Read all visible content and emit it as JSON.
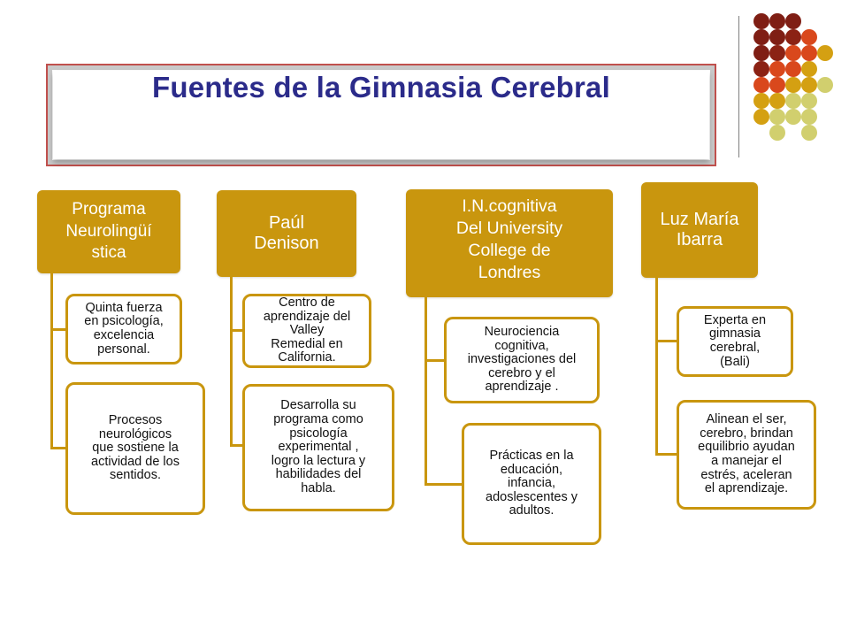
{
  "title": "Fuentes  de la Gimnasia Cerebral",
  "colors": {
    "header_fill": "#c9960e",
    "title_text": "#2b2b8a",
    "title_border": "#c0504d",
    "dot_dark_red": "#7f1e14",
    "dot_orange": "#d9481c",
    "dot_gold": "#d4a012",
    "dot_khaki": "#d1cf6e"
  },
  "columns": [
    {
      "header": "Programa\nNeurolingüí\nstica",
      "children": [
        "Quinta fuerza\nen psicología,\nexcelencia\npersonal.",
        "Procesos\nneurológicos\nque sostiene la\nactividad de los\nsentidos."
      ]
    },
    {
      "header": "Paúl\nDenison",
      "children": [
        "Centro de\naprendizaje  del\nValley\nRemedial en\nCalifornia.",
        "Desarrolla su\nprograma como\npsicología\nexperimental ,\nlogro la lectura y\nhabilidades del\nhabla."
      ]
    },
    {
      "header": "I.N.cognitiva\nDel University\nCollege de\nLondres",
      "children": [
        "Neurociencia\ncognitiva,\ninvestigaciones del\ncerebro y el\naprendizaje .",
        "Prácticas en la\neducación,\ninfancia,\nadoslescentes y\nadultos."
      ]
    },
    {
      "header": "Luz María\nIbarra",
      "children": [
        "Experta en\ngimnasia\ncerebral,\n(Bali)",
        "Alinean el ser,\ncerebro, brindan\nequilibrio ayudan\na manejar el\nestrés, aceleran\nel aprendizaje."
      ]
    }
  ]
}
